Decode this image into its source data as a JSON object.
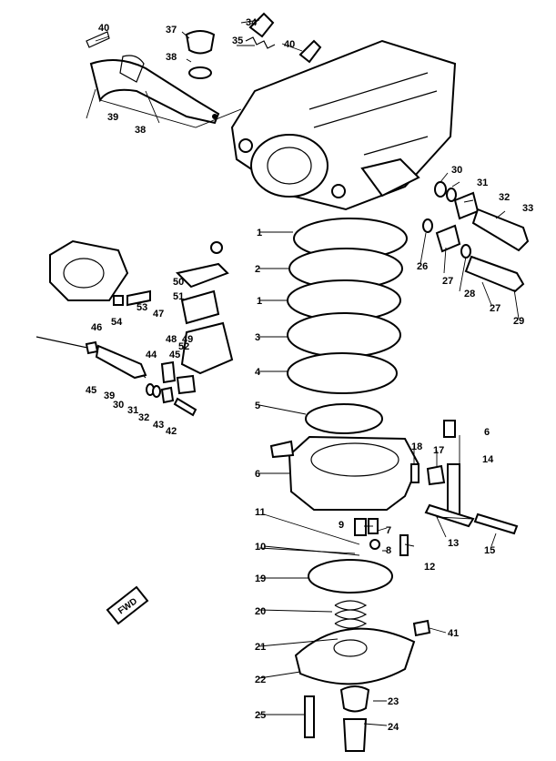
{
  "diagram": {
    "callouts": {
      "c40a": "40",
      "c37": "37",
      "c38a": "38",
      "c39a": "39",
      "c38b": "38",
      "c34": "34",
      "c35": "35",
      "c40b": "40",
      "c30a": "30",
      "c31a": "31",
      "c32a": "32",
      "c33": "33",
      "c26": "26",
      "c27a": "27",
      "c28": "28",
      "c27b": "27",
      "c29": "29",
      "c1a": "1",
      "c2": "2",
      "c1b": "1",
      "c3": "3",
      "c4": "4",
      "c5": "5",
      "c6a": "6",
      "c6b": "6",
      "c18": "18",
      "c17": "17",
      "c14": "14",
      "c11": "11",
      "c9": "9",
      "c7": "7",
      "c8": "8",
      "c10": "10",
      "c12": "12",
      "c13": "13",
      "c15": "15",
      "c19": "19",
      "c20": "20",
      "c21": "21",
      "c22": "22",
      "c41": "41",
      "c23": "23",
      "c25": "25",
      "c24": "24",
      "c50": "50",
      "c51": "51",
      "c53": "53",
      "c54": "54",
      "c47": "47",
      "c48": "48",
      "c49": "49",
      "c52": "52",
      "c46": "46",
      "c44": "44",
      "c45b": "45",
      "c45": "45",
      "c39b": "39",
      "c30b": "30",
      "c31b": "31",
      "c32b": "32",
      "c43": "43",
      "c42": "42"
    },
    "fwd_label": "FWD"
  }
}
